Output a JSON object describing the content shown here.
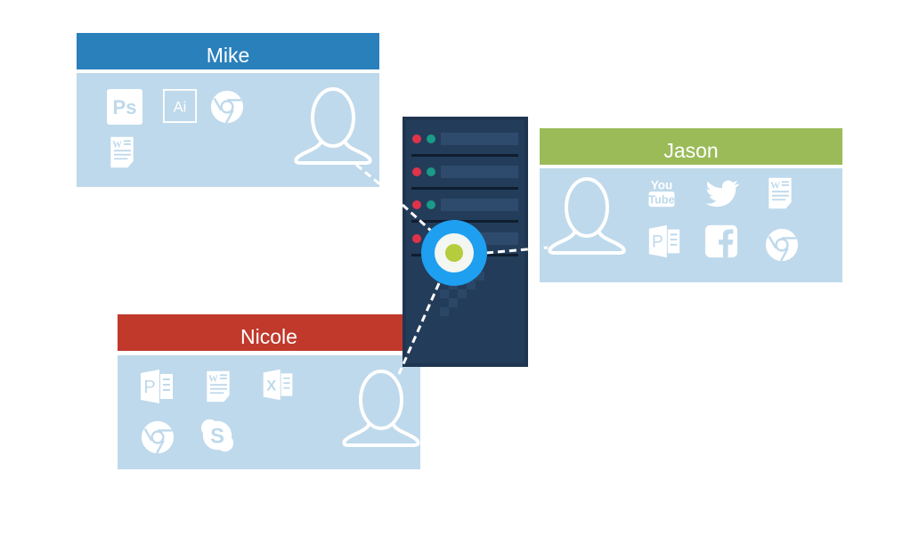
{
  "colors": {
    "mike": "#2a80bb",
    "jason": "#9bbb59",
    "nicole": "#c0392b",
    "panel": "#bed9eb",
    "server": "#1f3550",
    "hub": "#1e9ff0",
    "hub_center": "#b5cc3c"
  },
  "users": {
    "mike": {
      "name": "Mike",
      "apps": [
        "photoshop-icon",
        "illustrator-icon",
        "chrome-icon",
        "word-icon"
      ]
    },
    "jason": {
      "name": "Jason",
      "apps": [
        "youtube-icon",
        "twitter-icon",
        "word-icon",
        "powerpoint-icon",
        "facebook-icon",
        "chrome-icon"
      ]
    },
    "nicole": {
      "name": "Nicole",
      "apps": [
        "powerpoint-icon",
        "word-icon",
        "excel-icon",
        "chrome-icon",
        "skype-icon"
      ]
    }
  },
  "logos": {
    "photoshop": "Ps",
    "illustrator": "Ai",
    "youtube": "You Tube",
    "word": "W",
    "powerpoint": "P",
    "excel": "X",
    "facebook": "f",
    "skype": "S"
  }
}
